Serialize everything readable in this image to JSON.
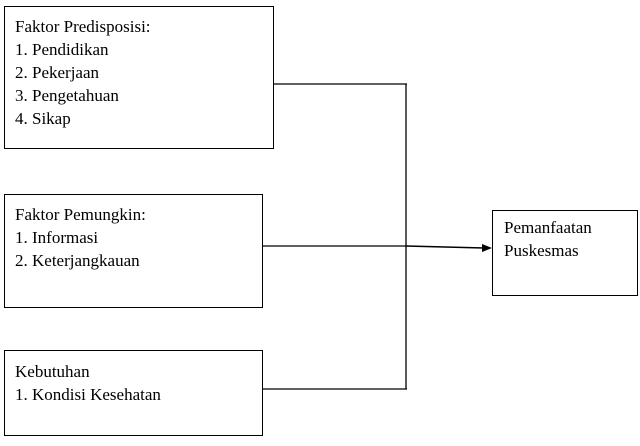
{
  "diagram": {
    "predisposisi": {
      "title": "Faktor Predisposisi:",
      "items": [
        "1. Pendidikan",
        "2. Pekerjaan",
        "3. Pengetahuan",
        "4. Sikap"
      ]
    },
    "pemungkin": {
      "title": "Faktor Pemungkin:",
      "items": [
        "1. Informasi",
        "2. Keterjangkauan"
      ]
    },
    "kebutuhan": {
      "title": "Kebutuhan",
      "items": [
        "1. Kondisi Kesehatan"
      ]
    },
    "outcome": {
      "lines": [
        "Pemanfaatan",
        "Puskesmas"
      ]
    }
  }
}
